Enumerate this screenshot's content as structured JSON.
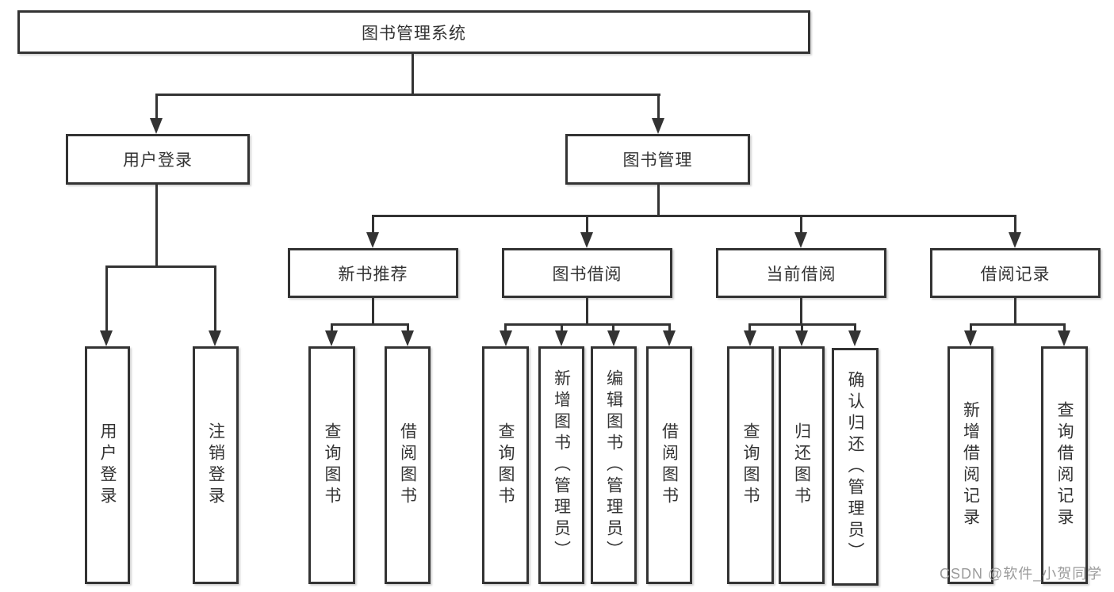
{
  "colors": {
    "line": "#333333",
    "text": "#333333",
    "watermark": "#9b9b9b",
    "background": "#ffffff"
  },
  "watermark": "CSDN @软件_小贺同学",
  "tree": {
    "label": "图书管理系统",
    "children": [
      {
        "label": "用户登录",
        "children": [
          {
            "label": "用户登录"
          },
          {
            "label": "注销登录"
          }
        ]
      },
      {
        "label": "图书管理",
        "children": [
          {
            "label": "新书推荐",
            "children": [
              {
                "label": "查询图书"
              },
              {
                "label": "借阅图书"
              }
            ]
          },
          {
            "label": "图书借阅",
            "children": [
              {
                "label": "查询图书"
              },
              {
                "label": "新增图书（管理员）"
              },
              {
                "label": "编辑图书（管理员）"
              },
              {
                "label": "借阅图书"
              }
            ]
          },
          {
            "label": "当前借阅",
            "children": [
              {
                "label": "查询图书"
              },
              {
                "label": "归还图书"
              },
              {
                "label": "确认归还（管理员）"
              }
            ]
          },
          {
            "label": "借阅记录",
            "children": [
              {
                "label": "新增借阅记录"
              },
              {
                "label": "查询借阅记录"
              }
            ]
          }
        ]
      }
    ]
  }
}
